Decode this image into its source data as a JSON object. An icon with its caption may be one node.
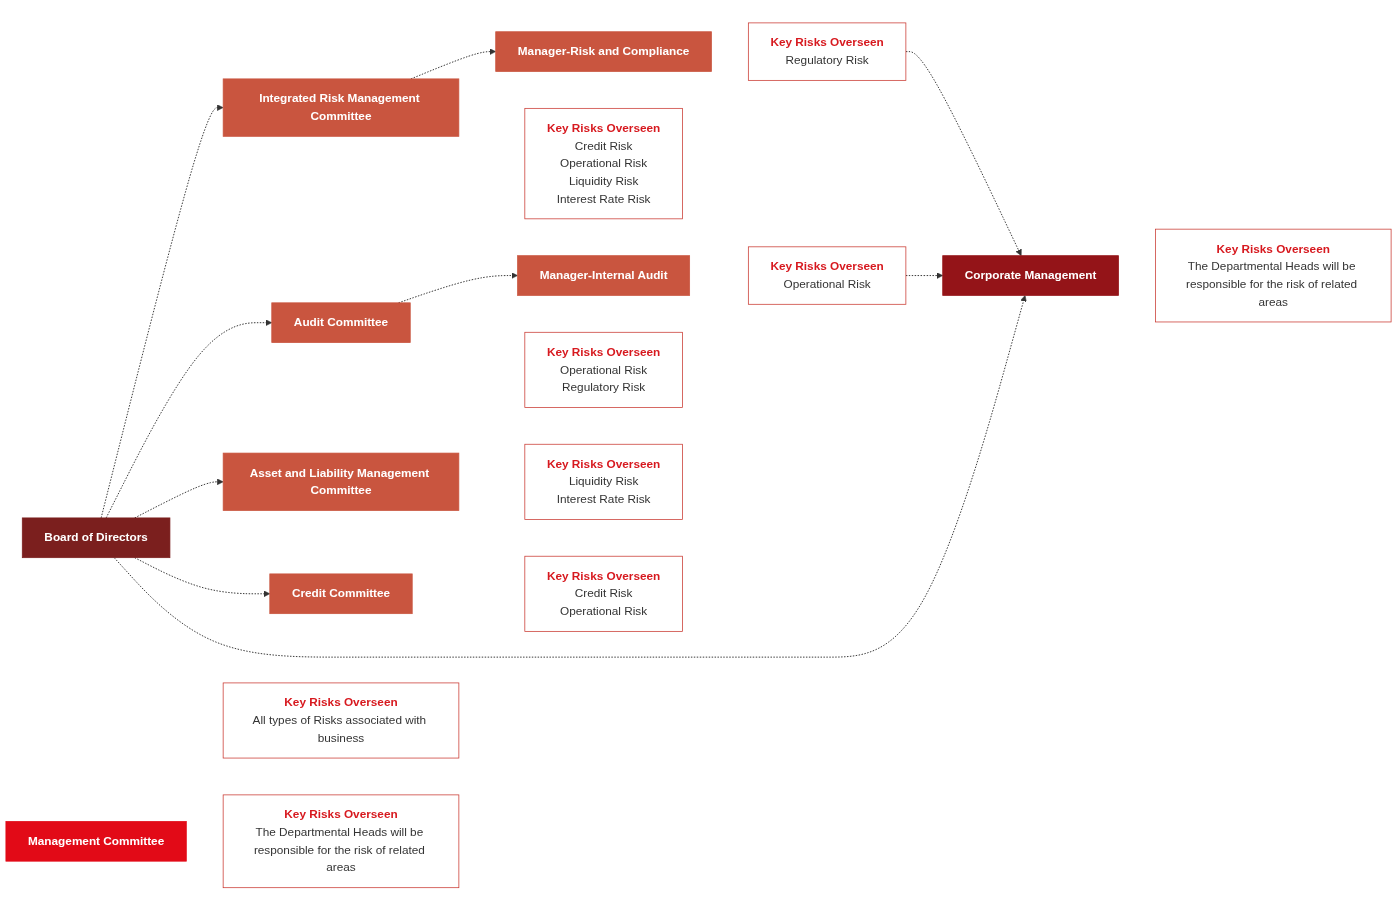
{
  "diagram": {
    "nodes": [
      {
        "text": [
          "Board of Directors"
        ]
      },
      {
        "text": [
          "Key Risks Overseen",
          "All types of Risks associated with business"
        ]
      },
      {
        "text": [
          "Integrated Risk Management Committee"
        ]
      },
      {
        "text": [
          "Key Risks Overseen",
          "Credit Risk",
          "Operational Risk",
          "Liquidity Risk",
          "Interest Rate Risk"
        ]
      },
      {
        "text": [
          "Audit Committee"
        ]
      },
      {
        "text": [
          "Key Risks Overseen",
          "Operational Risk",
          "Regulatory Risk"
        ]
      },
      {
        "text": [
          "Asset and Liability Management Committee"
        ]
      },
      {
        "text": [
          "Key Risks Overseen",
          "Liquidity Risk",
          "Interest Rate Risk"
        ]
      },
      {
        "text": [
          "Manager-Internal Audit"
        ]
      },
      {
        "text": [
          "Key Risks Overseen",
          "Operational Risk"
        ]
      },
      {
        "text": [
          "Manager-Risk and Compliance"
        ]
      },
      {
        "text": [
          "Key Risks Overseen",
          "Regulatory Risk"
        ]
      },
      {
        "text": [
          "Credit Committee"
        ]
      },
      {
        "text": [
          "Key Risks Overseen",
          "Credit Risk",
          "Operational Risk"
        ]
      },
      {
        "text": [
          "Corporate Management"
        ]
      },
      {
        "text": [
          "Key Risks Overseen",
          "The Departmental Heads will be responsible for the risk of related areas"
        ]
      },
      {
        "text": [
          "Management Committee"
        ]
      },
      {
        "text": [
          "Key Risks Overseen",
          "The Departmental Heads will be responsible for the risk of related areas"
        ]
      }
    ],
    "edges": [
      {
        "from": 0,
        "to": 2,
        "arrow": "to",
        "style": "dashed"
      },
      {
        "from": 0,
        "to": 4,
        "arrow": "to",
        "style": "dashed"
      },
      {
        "from": 0,
        "to": 6,
        "arrow": "to",
        "style": "dashed"
      },
      {
        "from": 0,
        "to": 12,
        "arrow": "to",
        "style": "dashed"
      },
      {
        "from": 0,
        "to": 14,
        "arrow": "to",
        "style": "dashed"
      },
      {
        "from": 2,
        "to": 10,
        "arrow": "to",
        "style": "dashed"
      },
      {
        "from": 4,
        "to": 8,
        "arrow": "to",
        "style": "dashed"
      },
      {
        "from": 9,
        "to": 14,
        "arrow": "to",
        "style": "dashed"
      },
      {
        "from": 11,
        "to": 14,
        "arrow": "to",
        "style": "dashed"
      }
    ]
  }
}
